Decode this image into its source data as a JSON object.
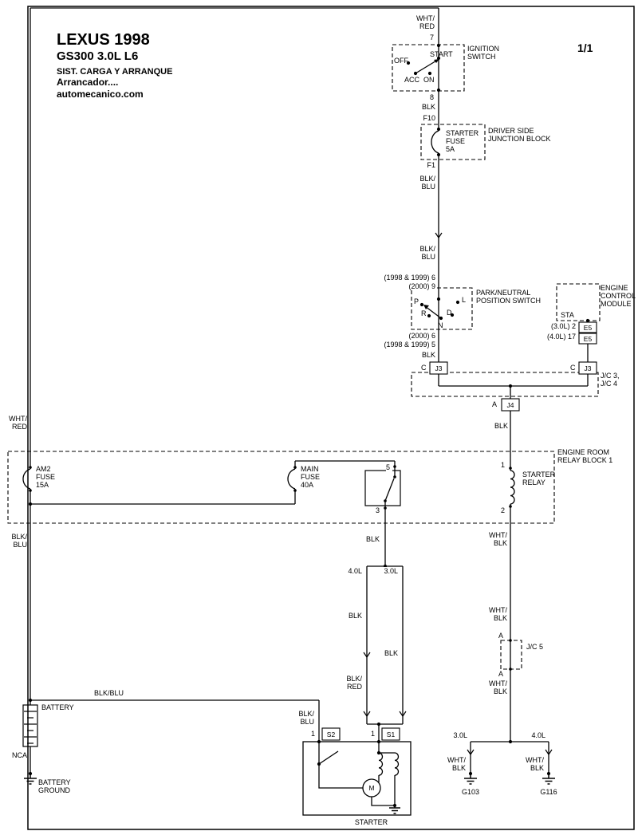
{
  "meta": {
    "title_brand": "LEXUS 1998",
    "title_model": "GS300 3.0L L6",
    "title_system": "SIST. CARGA Y ARRANQUE",
    "title_sub": "Arrancador....",
    "title_site": "automecanico.com",
    "page": "1/1"
  },
  "ignition": {
    "label": "IGNITION\nSWITCH",
    "pin_in": "7",
    "pin_out": "8",
    "off": "OFF",
    "acc": "ACC",
    "on": "ON",
    "start": "START"
  },
  "junction_block": {
    "label": "DRIVER SIDE\nJUNCTION BLOCK",
    "fuse": "STARTER\nFUSE\n5A",
    "pin_in": "F10",
    "pin_out": "F1"
  },
  "pnp": {
    "label": "PARK/NEUTRAL\nPOSITION SWITCH",
    "in_a": "(1998 & 1999)  6",
    "in_b": "(2000)  9",
    "out_a": "(2000)  6",
    "out_b": "(1998 & 1999)  5",
    "p": "P",
    "l": "L",
    "r": "R",
    "n": "N",
    "d": "D"
  },
  "ecm": {
    "label": "ENGINE\nCONTROL\nMODULE",
    "sta": "STA",
    "pin_a": "(3.0L)  2",
    "pin_b": "(4.0L)  17",
    "conn": "E5"
  },
  "jc34": {
    "label": "J/C 3,\nJ/C 4",
    "pin_l": "C",
    "pin_r": "C",
    "conn": "J3",
    "out_pin": "A",
    "out_conn": "J4"
  },
  "relay_block": {
    "label": "ENGINE ROOM\nRELAY BLOCK 1",
    "am2": "AM2\nFUSE\n15A",
    "main": "MAIN\nFUSE\n40A",
    "relay": "STARTER\nRELAY",
    "pin5": "5",
    "pin1": "1",
    "pin3": "3",
    "pin2": "2"
  },
  "jc5": {
    "label": "J/C 5",
    "pin_top": "A",
    "pin_bot": "A"
  },
  "battery": {
    "label": "BATTERY",
    "nca": "NCA",
    "ground": "BATTERY\nGROUND"
  },
  "starter": {
    "label": "STARTER",
    "pin_s2": "1",
    "s2": "S2",
    "pin_s1": "1",
    "s1": "S1",
    "motor": "M"
  },
  "grounds": {
    "l30": "3.0L",
    "l40": "4.0L",
    "g103": "G103",
    "g116": "G116"
  },
  "wires": {
    "wht_red_top": "WHT/\nRED",
    "wht_red_left": "WHT/\nRED",
    "blk_1": "BLK",
    "blk_blu_1": "BLK/\nBLU",
    "blk_blu_2": "BLK/\nBLU",
    "blk_2": "BLK",
    "blk_3": "BLK",
    "blk_4": "BLK",
    "blk_5": "BLK",
    "blk_6": "BLK",
    "blk_blu_left": "BLK/\nBLU",
    "blk_blu_h": "BLK/BLU",
    "blk_blu_v": "BLK/\nBLU",
    "blk_red": "BLK/\nRED",
    "wht_blk_1": "WHT/\nBLK",
    "wht_blk_2": "WHT/\nBLK",
    "wht_blk_3": "WHT/\nBLK",
    "wht_blk_g1": "WHT/\nBLK",
    "wht_blk_g2": "WHT/\nBLK",
    "l40": "4.0L",
    "l30": "3.0L"
  }
}
